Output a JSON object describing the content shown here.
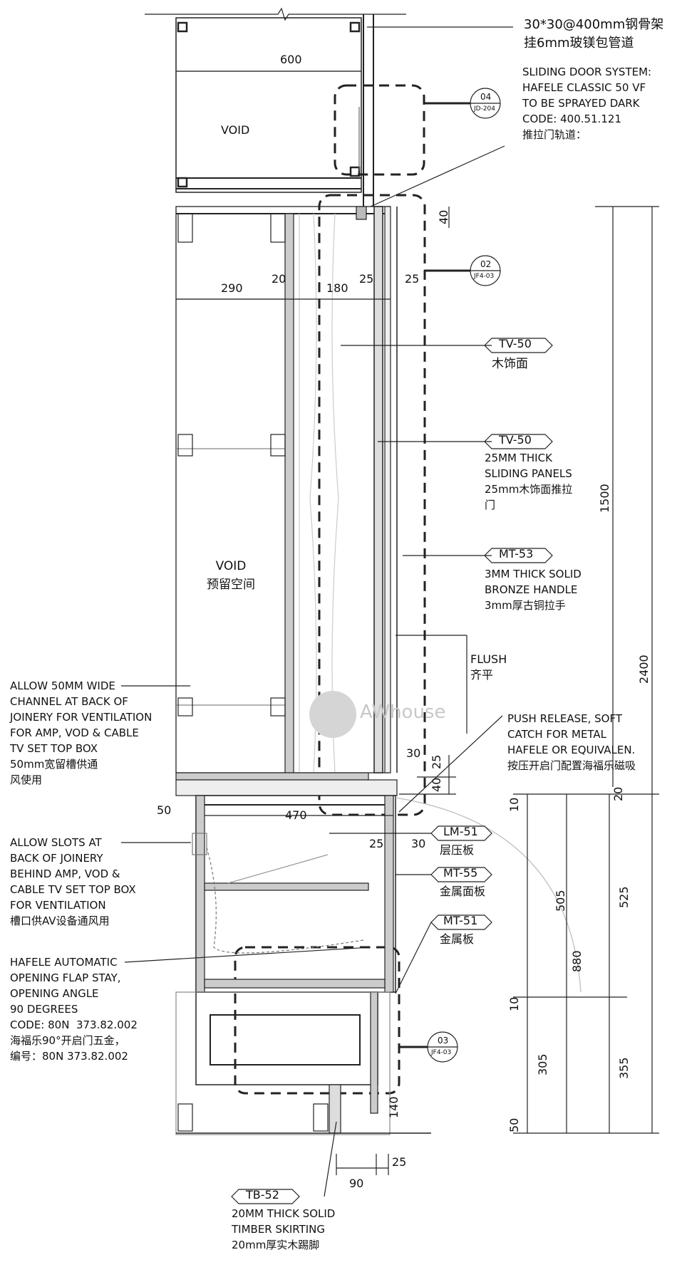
{
  "notes": {
    "top_right_1": "30*30@400mm钢骨架\n挂6mm玻镁包管道",
    "top_right_2": "SLIDING DOOR SYSTEM:\nHAFELE CLASSIC 50 VF\nTO BE SPRAYED DARK\nCODE: 400.51.121\n推拉门轨道：",
    "void_top": "VOID",
    "void_mid": "VOID\n预留空间",
    "tv50_a_desc": "木饰面",
    "tv50_b_desc": "25MM THICK\nSLIDING PANELS\n25mm木饰面推拉\n门",
    "mt53_desc": "3MM THICK SOLID\nBRONZE HANDLE\n3mm厚古铜拉手",
    "flush": "FLUSH\n齐平",
    "push_release": "PUSH RELEASE, SOFT\nCATCH FOR METAL\nHAFELE OR EQUIVALEN.\n按压开启门配置海福乐磁吸",
    "allow_channel": "ALLOW 50MM WIDE\nCHANNEL AT BACK OF\nJOINERY FOR VENTILATION\nFOR AMP, VOD & CABLE\nTV SET TOP BOX\n50mm宽留槽供通\n风使用",
    "allow_slots": "ALLOW SLOTS AT\nBACK OF JOINERY\nBEHIND AMP, VOD &\nCABLE TV SET TOP BOX\nFOR VENTILATION\n槽口供AV设备通风用",
    "hafele_flap": "HAFELE AUTOMATIC\nOPENING FLAP STAY,\nOPENING ANGLE\n90 DEGREES\nCODE: 80N  373.82.002\n海福乐90°开启门五金，\n编号：80N 373.82.002",
    "lm51_desc": "层压板",
    "mt55_desc": "金属面板",
    "mt51_desc": "金属板",
    "tb52_desc": "20MM THICK SOLID\nTIMBER SKIRTING\n20mm厚实木踢脚"
  },
  "tags": {
    "tv50_a": "TV-50",
    "tv50_b": "TV-50",
    "mt53": "MT-53",
    "lm51": "LM-51",
    "mt55": "MT-55",
    "mt51": "MT-51",
    "tb52": "TB-52"
  },
  "bubbles": {
    "b1_top": "04",
    "b1_bottom": "JD-204",
    "b2_top": "02",
    "b2_bottom": "JF4-03",
    "b3_top": "03",
    "b3_bottom": "JF4-03"
  },
  "dims": {
    "d600": "600",
    "d290": "290",
    "d20": "20",
    "d180": "180",
    "d25a": "25",
    "d25b": "25",
    "d40a": "40",
    "d1500": "1500",
    "d2400": "2400",
    "d30a": "30",
    "d25c": "25",
    "d40b": "40",
    "d20b": "20",
    "d50": "50",
    "d470": "470",
    "d25d": "25",
    "d30b": "30",
    "d10a": "10",
    "d505": "505",
    "d880": "880",
    "d525": "525",
    "d10b": "10",
    "d305": "305",
    "d355": "355",
    "d50b": "50",
    "d140": "140",
    "d25e": "25",
    "d90": "90"
  },
  "watermark": "AWhouse"
}
